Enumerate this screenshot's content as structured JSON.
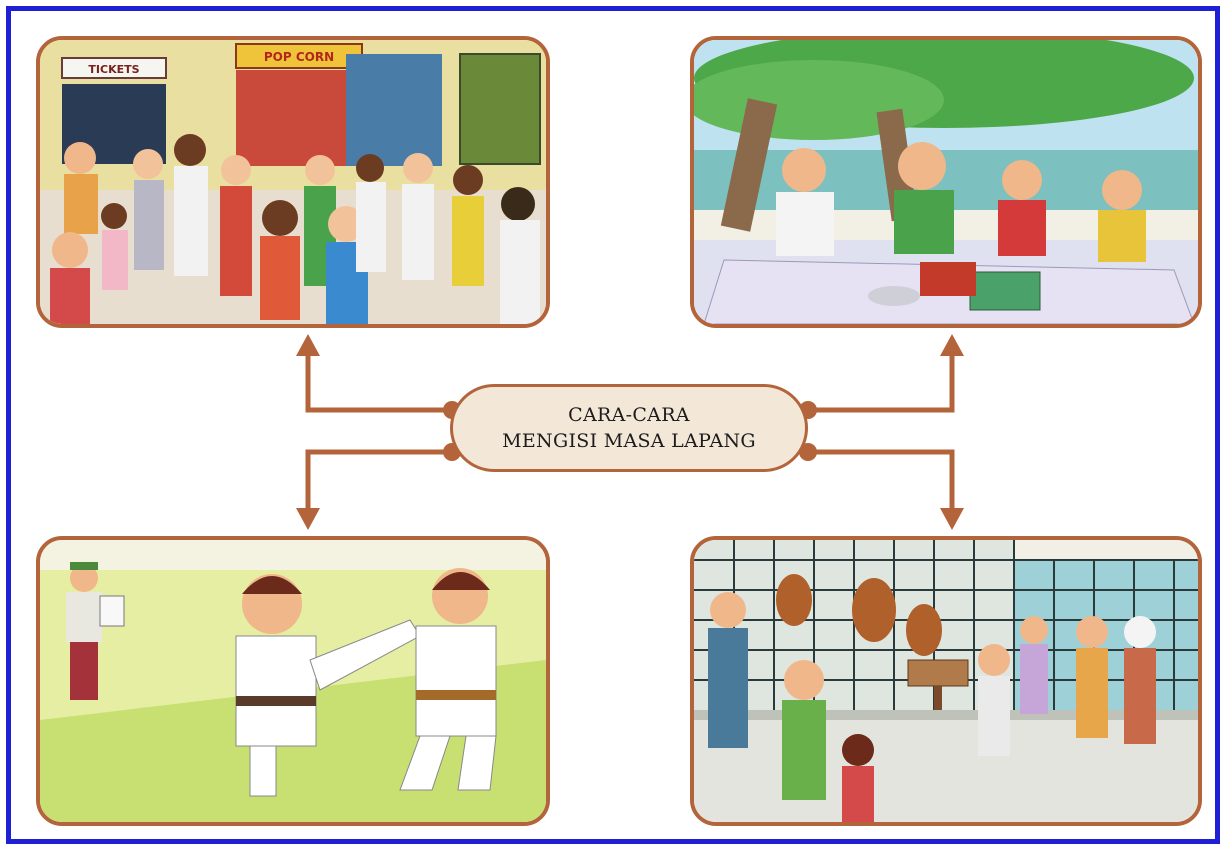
{
  "center": {
    "line1": "CARA-CARA",
    "line2": "MENGISI MASA LAPANG"
  },
  "scenes": {
    "cinema": {
      "sign_tickets": "TICKETS",
      "sign_popcorn": "POP CORN"
    }
  },
  "colors": {
    "frame": "#1f1fd6",
    "connector": "#b3643a",
    "center_fill": "#f3e7d8"
  }
}
